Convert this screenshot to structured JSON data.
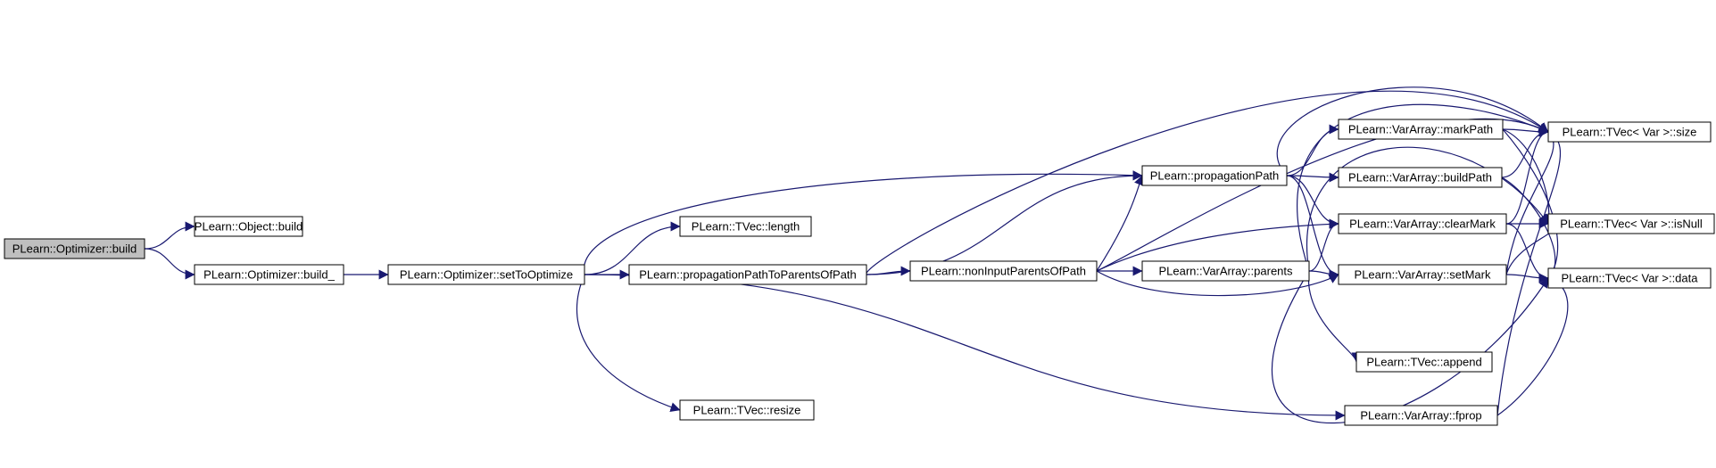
{
  "colors": {
    "edge": "#191970",
    "node_border": "#000000",
    "node_fill": "#ffffff",
    "root_fill": "#bfbfbf"
  },
  "nodes": [
    {
      "id": "n0",
      "label": "PLearn::Optimizer::build",
      "root": true
    },
    {
      "id": "n1",
      "label": "PLearn::Object::build"
    },
    {
      "id": "n2",
      "label": "PLearn::Optimizer::build_"
    },
    {
      "id": "n3",
      "label": "PLearn::Optimizer::setToOptimize"
    },
    {
      "id": "n4",
      "label": "PLearn::TVec::length"
    },
    {
      "id": "n5",
      "label": "PLearn::propagationPathToParentsOfPath"
    },
    {
      "id": "n6",
      "label": "PLearn::TVec::resize"
    },
    {
      "id": "n7",
      "label": "PLearn::nonInputParentsOfPath"
    },
    {
      "id": "n8",
      "label": "PLearn::propagationPath"
    },
    {
      "id": "n9",
      "label": "PLearn::VarArray::parents"
    },
    {
      "id": "n10",
      "label": "PLearn::VarArray::markPath"
    },
    {
      "id": "n11",
      "label": "PLearn::VarArray::buildPath"
    },
    {
      "id": "n12",
      "label": "PLearn::VarArray::clearMark"
    },
    {
      "id": "n13",
      "label": "PLearn::VarArray::setMark"
    },
    {
      "id": "n14",
      "label": "PLearn::TVec::append"
    },
    {
      "id": "n15",
      "label": "PLearn::VarArray::fprop"
    },
    {
      "id": "n16",
      "label": "PLearn::TVec< Var >::size"
    },
    {
      "id": "n17",
      "label": "PLearn::TVec< Var >::isNull"
    },
    {
      "id": "n18",
      "label": "PLearn::TVec< Var >::data"
    }
  ],
  "edges": [
    [
      "n0",
      "n1"
    ],
    [
      "n0",
      "n2"
    ],
    [
      "n2",
      "n3"
    ],
    [
      "n3",
      "n4"
    ],
    [
      "n3",
      "n5"
    ],
    [
      "n3",
      "n6"
    ],
    [
      "n3",
      "n8"
    ],
    [
      "n3",
      "n15"
    ],
    [
      "n5",
      "n7"
    ],
    [
      "n5",
      "n8"
    ],
    [
      "n5",
      "n16"
    ],
    [
      "n7",
      "n8"
    ],
    [
      "n7",
      "n9"
    ],
    [
      "n7",
      "n12"
    ],
    [
      "n7",
      "n13"
    ],
    [
      "n7",
      "n16"
    ],
    [
      "n8",
      "n10"
    ],
    [
      "n8",
      "n11"
    ],
    [
      "n8",
      "n12"
    ],
    [
      "n8",
      "n13"
    ],
    [
      "n8",
      "n16"
    ],
    [
      "n9",
      "n12"
    ],
    [
      "n9",
      "n13"
    ],
    [
      "n9",
      "n14"
    ],
    [
      "n9",
      "n16"
    ],
    [
      "n9",
      "n17"
    ],
    [
      "n9",
      "n18"
    ],
    [
      "n10",
      "n16"
    ],
    [
      "n10",
      "n17"
    ],
    [
      "n10",
      "n18"
    ],
    [
      "n11",
      "n16"
    ],
    [
      "n11",
      "n18"
    ],
    [
      "n12",
      "n16"
    ],
    [
      "n12",
      "n17"
    ],
    [
      "n12",
      "n18"
    ],
    [
      "n13",
      "n16"
    ],
    [
      "n13",
      "n17"
    ],
    [
      "n13",
      "n18"
    ],
    [
      "n15",
      "n16"
    ],
    [
      "n15",
      "n18"
    ]
  ]
}
